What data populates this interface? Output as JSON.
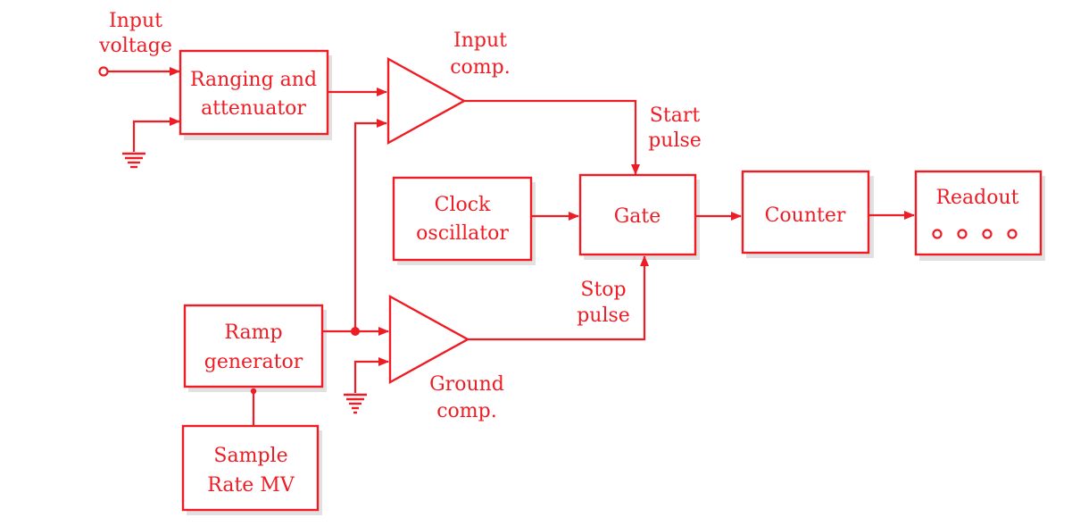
{
  "colors": {
    "ink": "#ee1c24",
    "paper": "#ffffff"
  },
  "labels": {
    "input_voltage_1": "Input",
    "input_voltage_2": "voltage",
    "input_comp_1": "Input",
    "input_comp_2": "comp.",
    "start_pulse_1": "Start",
    "start_pulse_2": "pulse",
    "stop_pulse_1": "Stop",
    "stop_pulse_2": "pulse",
    "ground_comp_1": "Ground",
    "ground_comp_2": "comp."
  },
  "blocks": {
    "ranging_1": "Ranging and",
    "ranging_2": "attenuator",
    "clock_1": "Clock",
    "clock_2": "oscillator",
    "gate": "Gate",
    "counter": "Counter",
    "readout": "Readout",
    "ramp_1": "Ramp",
    "ramp_2": "generator",
    "sample_1": "Sample",
    "sample_2": "Rate MV"
  }
}
